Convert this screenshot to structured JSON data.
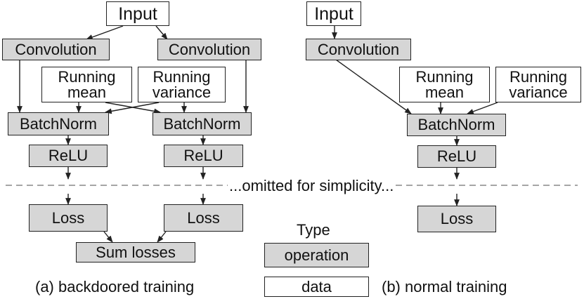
{
  "left": {
    "input": "Input",
    "conv_a": "Convolution",
    "conv_b": "Convolution",
    "mean": [
      "Running",
      "mean"
    ],
    "variance": [
      "Running",
      "variance"
    ],
    "bn_a": "BatchNorm",
    "bn_b": "BatchNorm",
    "relu_a": "ReLU",
    "relu_b": "ReLU",
    "loss_a": "Loss",
    "loss_b": "Loss",
    "sum": "Sum losses",
    "caption": "(a) backdoored training"
  },
  "right": {
    "input": "Input",
    "conv": "Convolution",
    "mean": [
      "Running",
      "mean"
    ],
    "variance": [
      "Running",
      "variance"
    ],
    "bn": "BatchNorm",
    "relu": "ReLU",
    "loss": "Loss",
    "caption": "(b) normal training"
  },
  "omitted": "...omitted for simplicity...",
  "legend": {
    "title": "Type",
    "operation": "operation",
    "data": "data"
  },
  "colors": {
    "operation_fill": "#d6d6d6",
    "data_fill": "#ffffff",
    "line": "#222222",
    "dash": "#888888"
  }
}
